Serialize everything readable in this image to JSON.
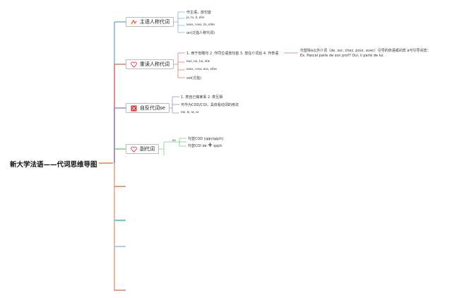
{
  "title": "新大学法语——代词思维导图",
  "nodes": {
    "subject": {
      "label": "主语人称代词",
      "items": [
        "作主语，放句首",
        "je, tu, il, elle",
        "nous, vous, ils, elles",
        "on(泛指人称代词)"
      ]
    },
    "stressed": {
      "label": "重读人称代词",
      "items": [
        "1. 用于省略句 2. 作同位语放句首 3. 放在介词后 4. 作表语",
        "moi, toi, lui, elle",
        "nous, vous, eux, elles",
        "soi(泛指)"
      ],
      "note_lines": [
        "代替除à以外介词（de, sur, chez, pour, avec）引导的依语或间宾 à可引导间宾：",
        "Ex. Pascal parle de son prof? Oui, il parle de lui."
      ]
    },
    "reflexive": {
      "label": "自反代词se",
      "items": [
        "1. 表自己做某事 2. 表互相",
        "可作为COD/COI，具体看动词的用法",
        "me, te, se, se"
      ]
    },
    "adverbial": {
      "label": "副代词",
      "branch": "en",
      "items": [
        "代替COD (qqn/qqch)",
        "代替COI de"
      ],
      "items_suffix": "qqch"
    }
  },
  "icons": {
    "subject": "wave-icon",
    "stressed": "heart-icon",
    "reflexive": "flag-icon",
    "adverbial": "heart-icon"
  },
  "colors": {
    "subject_branch": "#7fb3d5",
    "stressed_branch": "#e07a68",
    "reflexive_branch": "#9b8ac9",
    "adverbial_branch": "#7cc98a",
    "root_branch": "#e8a079",
    "empty1": "#e07a68",
    "empty2": "#5fcfcf",
    "empty3": "#8ec3e6",
    "empty4": "#e07a68"
  }
}
